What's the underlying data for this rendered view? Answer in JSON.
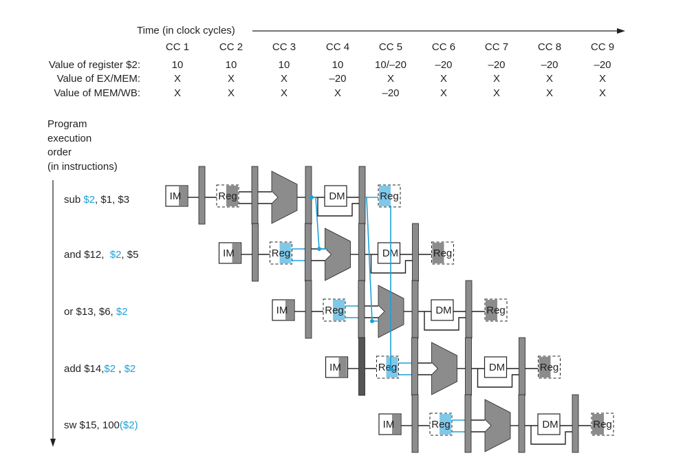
{
  "time_label": "Time (in clock cycles)",
  "cycles": [
    "CC 1",
    "CC 2",
    "CC 3",
    "CC 4",
    "CC 5",
    "CC 6",
    "CC 7",
    "CC 8",
    "CC 9"
  ],
  "value_rows": [
    {
      "label": "Value of register $2:",
      "values": [
        "10",
        "10",
        "10",
        "10",
        "10/–20",
        "–20",
        "–20",
        "–20",
        "–20"
      ]
    },
    {
      "label": "Value of EX/MEM:",
      "values": [
        "X",
        "X",
        "X",
        "–20",
        "X",
        "X",
        "X",
        "X",
        "X"
      ]
    },
    {
      "label": "Value of MEM/WB:",
      "values": [
        "X",
        "X",
        "X",
        "X",
        "–20",
        "X",
        "X",
        "X",
        "X"
      ]
    }
  ],
  "program_order_lines": [
    "Program",
    "execution",
    "order",
    "(in instructions)"
  ],
  "instructions": [
    {
      "parts": [
        {
          "t": "sub ",
          "h": false
        },
        {
          "t": "$2",
          "h": true
        },
        {
          "t": ", $1, $3",
          "h": false
        }
      ]
    },
    {
      "parts": [
        {
          "t": "and $12,  ",
          "h": false
        },
        {
          "t": "$2",
          "h": true
        },
        {
          "t": ", $5",
          "h": false
        }
      ]
    },
    {
      "parts": [
        {
          "t": "or $13, $6, ",
          "h": false
        },
        {
          "t": "$2",
          "h": true
        }
      ]
    },
    {
      "parts": [
        {
          "t": "add $14,",
          "h": false
        },
        {
          "t": "$2",
          "h": true
        },
        {
          "t": " , ",
          "h": false
        },
        {
          "t": "$2",
          "h": true
        }
      ]
    },
    {
      "parts": [
        {
          "t": "sw $15, 100",
          "h": false
        },
        {
          "t": "($2)",
          "h": true
        }
      ]
    }
  ],
  "stage_labels": {
    "im": "IM",
    "reg": "Reg",
    "dm": "DM"
  },
  "colors": {
    "highlight": "#1ba1d8",
    "highlight_fill": "#7fc8e8",
    "gray": "#8c8c8c",
    "text": "#231f20"
  }
}
